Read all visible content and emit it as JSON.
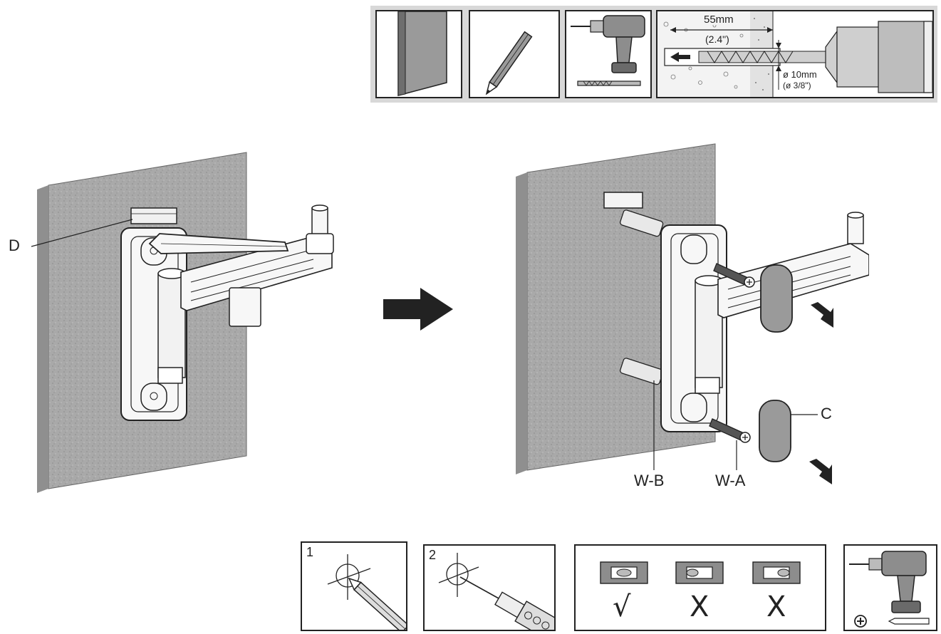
{
  "top_strip": {
    "drill_depth": "55mm",
    "drill_depth_imperial": "(2.4\")",
    "drill_diameter": "ø 10mm",
    "drill_diameter_imperial": "(ø 3/8\")"
  },
  "callouts": {
    "d": "D",
    "c": "C",
    "wb": "W-B",
    "wa": "W-A"
  },
  "bottom_strip": {
    "step1": "1",
    "step2": "2",
    "level_ok_mark": "√",
    "level_bad_mark_1": "X",
    "level_bad_mark_2": "X"
  },
  "icons": {
    "wall": "wall-panel-icon",
    "pencil": "pencil-icon",
    "drill": "cordless-drill-icon",
    "drill_bit": "drill-bit-icon",
    "arrow": "step-arrow-icon",
    "spirit_level": "spirit-level-icon",
    "screwdriver": "phillips-screw-icon"
  },
  "colors": {
    "wall_fill": "#a9a9a9",
    "line": "#222222",
    "strip_bg": "#d8d8d8"
  }
}
